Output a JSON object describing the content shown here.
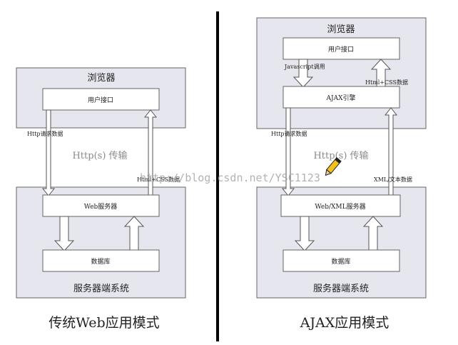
{
  "left": {
    "browser_title": "浏览器",
    "ui_box": "用户接口",
    "request_label": "Http请求数据",
    "transport_label": "Http(s) 传输",
    "response_label": "Html+CSS数据",
    "server_box": "Web服务器",
    "db_box": "数据库",
    "server_title": "服务器端系统",
    "caption": "传统Web应用模式"
  },
  "right": {
    "browser_title": "浏览器",
    "ui_box": "用户接口",
    "js_label": "Javascript调用",
    "html_label": "Html+CSS数据",
    "engine_box": "AJAX引擎",
    "request_label": "Http请求数据",
    "transport_label": "Http(s) 传输",
    "xml_label": "XML/文本数据",
    "server_box": "Web/XML服务器",
    "db_box": "数据库",
    "server_title": "服务器端系统",
    "caption": "AJAX应用模式"
  },
  "watermark": "http://blog.csdn.net/YSC1123",
  "colors": {
    "panel_fill": "#e6e6ee",
    "panel_border": "#666666",
    "box_fill": "#ffffff",
    "divider": "#000000",
    "arrow_fill": "#ffffff",
    "arrow_stroke": "#555555"
  }
}
